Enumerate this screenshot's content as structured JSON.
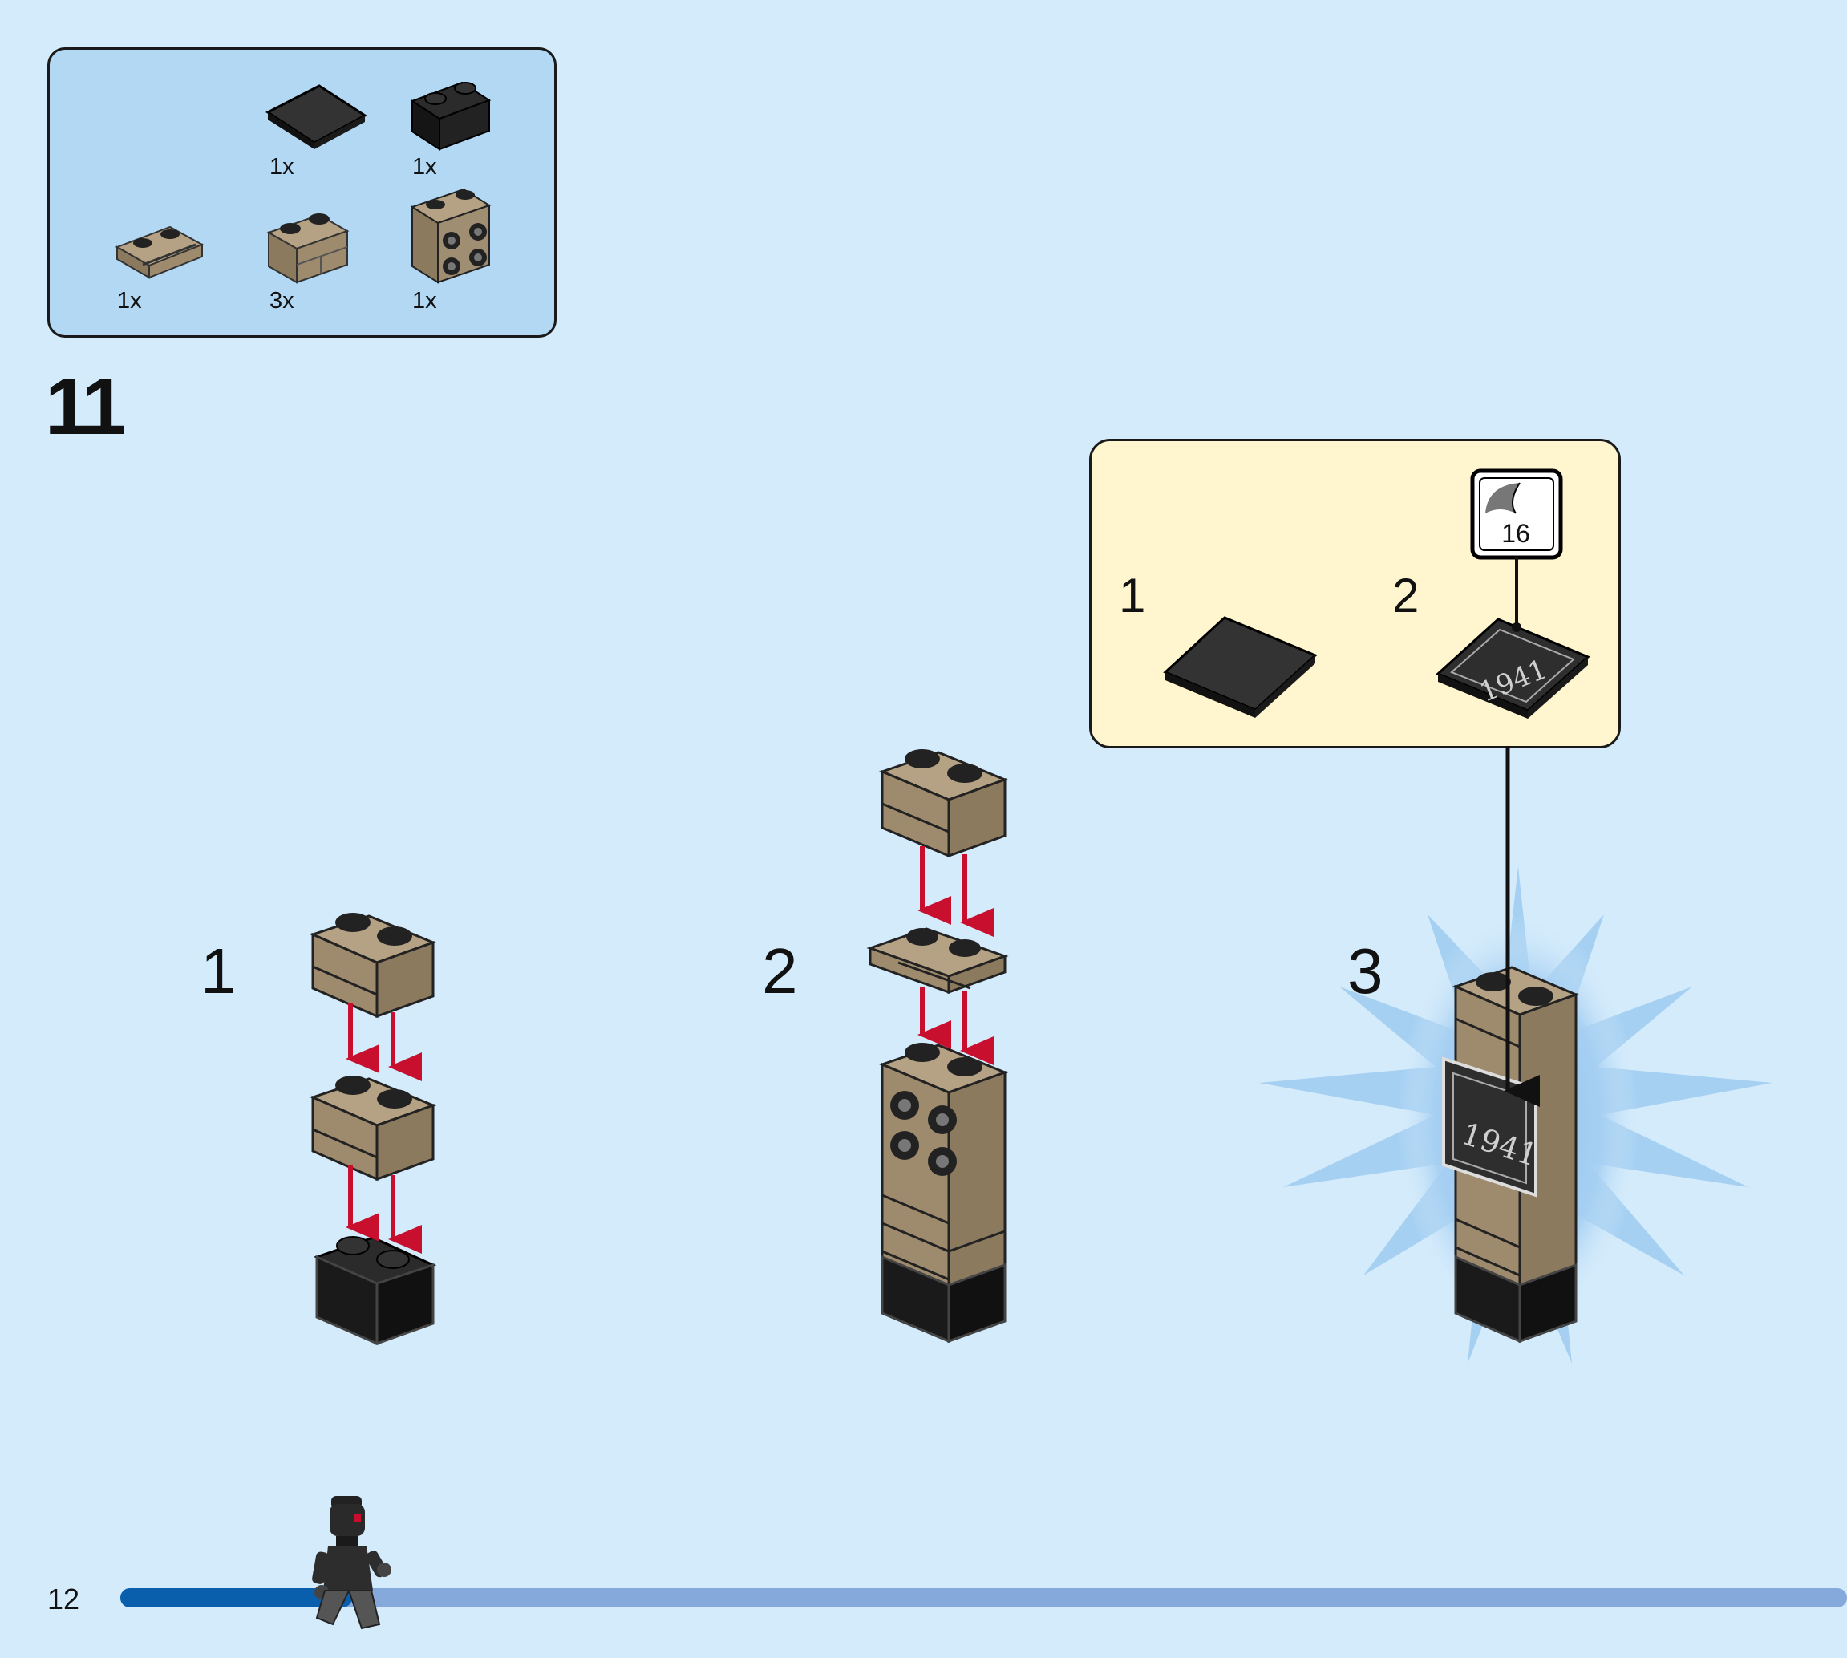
{
  "page": {
    "number": "12",
    "step": "11",
    "progress": 0.12
  },
  "parts": [
    {
      "qty": "1x",
      "name": "flat-tile-2x2-black"
    },
    {
      "qty": "1x",
      "name": "brick-1x2-black"
    },
    {
      "qty": "1x",
      "name": "plate-1x2-with-rail-tan"
    },
    {
      "qty": "3x",
      "name": "brick-1x2-masonry-tan"
    },
    {
      "qty": "1x",
      "name": "brick-2x2-with-studs-tan"
    }
  ],
  "substeps": [
    "1",
    "2",
    "3"
  ],
  "callout": {
    "steps": [
      "1",
      "2"
    ],
    "sticker_number": "16",
    "sticker_text": "1941"
  },
  "colors": {
    "background": "#d4ebfb",
    "parts_box": "#b3d8f4",
    "callout_box": "#fff5cf",
    "tan": "#a08e73",
    "black": "#1d1d1d",
    "arrow_red": "#c8102e",
    "progress_filled": "#0a5fad",
    "progress_track": "#86a9dc"
  },
  "icons": [
    "minifigure-walking-icon",
    "sticker-icon"
  ]
}
